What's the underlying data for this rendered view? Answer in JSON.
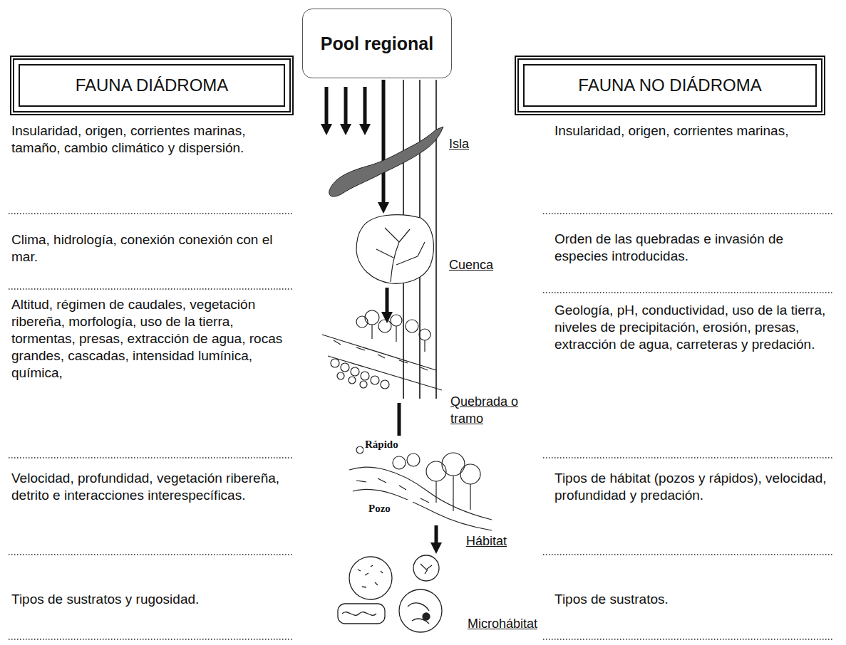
{
  "diagram": {
    "nodes": [
      {
        "text": [
          "Pool regional"
        ]
      },
      {
        "text": [
          "FAUNA DIÁDROMA"
        ]
      },
      {
        "text": [
          "FAUNA NO DIÁDROMA"
        ]
      }
    ],
    "labels": [
      "Insularidad, origen, corrientes marinas, tamaño, cambio climático y dispersión.",
      "Isla",
      "Insularidad, origen, corrientes marinas,",
      "Clima, hidrología, conexión conexión con el mar.",
      "Cuenca",
      "Orden de las quebradas e invasión de especies introducidas.",
      "Altitud, régimen de caudales, vegetación ribereña, morfología, uso de la tierra, tormentas, presas, extracción de agua, rocas grandes, cascadas, intensidad lumínica, química,",
      "Quebrada o tramo",
      "Rápido",
      "Geología, pH, conductividad, uso de la tierra, niveles de precipitación, erosión, presas, extracción de agua, carreteras y predación.",
      "Velocidad, profundidad, vegetación ribereña, detrito e interacciones interespecíficas.",
      "Pozo",
      "Hábitat",
      "Tipos de hábitat (pozos y rápidos), velocidad, profundidad y predación.",
      "Tipos de sustratos y rugosidad.",
      "Microhábitat",
      "Tipos de sustratos."
    ]
  }
}
